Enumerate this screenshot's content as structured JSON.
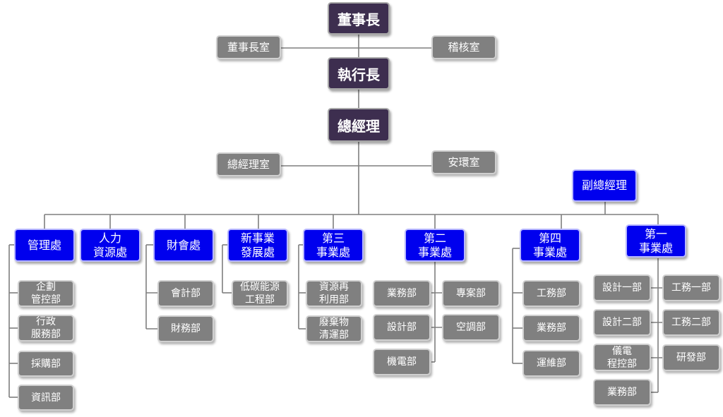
{
  "top": {
    "chairman": "董事長",
    "chairman_office": "董事長室",
    "audit_office": "稽核室",
    "ceo": "執行長",
    "gm": "總經理",
    "gm_office": "總經理室",
    "safety_office": "安環室",
    "deputy_gm": "副總經理"
  },
  "divisions": {
    "admin": "管理處",
    "hr": "人力\n資源處",
    "finance": "財會處",
    "new_business": "新事業\n發展處",
    "third": "第三\n事業處",
    "second": "第二\n事業處",
    "fourth": "第四\n事業處",
    "first": "第一\n事業處"
  },
  "departments": {
    "admin": [
      "企劃\n管控部",
      "行政\n服務部",
      "採購部",
      "資訊部"
    ],
    "finance": [
      "會計部",
      "財務部"
    ],
    "new_business": [
      "低碳能源\n工程部"
    ],
    "third": [
      "資源再\n利用部",
      "廢棄物\n清運部"
    ],
    "second": [
      "業務部",
      "專案部",
      "設計部",
      "空調部",
      "機電部"
    ],
    "fourth": [
      "工務部",
      "業務部",
      "運維部"
    ],
    "first": [
      "設計一部",
      "工務一部",
      "設計二部",
      "工務二部",
      "儀電\n程控部",
      "研發部",
      "業務部"
    ]
  }
}
